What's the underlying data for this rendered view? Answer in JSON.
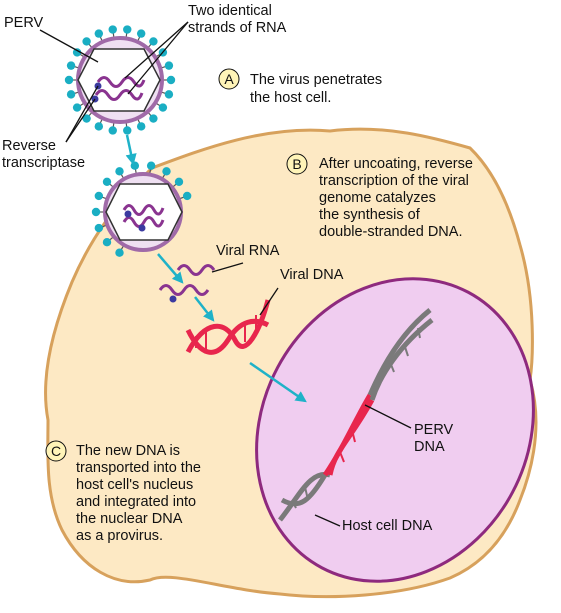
{
  "labels": {
    "perv": "PERV",
    "two_strands": [
      "Two identical",
      "strands of RNA"
    ],
    "reverse_transcriptase": [
      "Reverse",
      "transcriptase"
    ],
    "viral_rna": "Viral RNA",
    "viral_dna": "Viral DNA",
    "perv_dna": [
      "PERV",
      "DNA"
    ],
    "host_cell_dna": "Host cell DNA"
  },
  "steps": [
    {
      "letter": "A",
      "lines": [
        "The virus penetrates",
        "the host cell."
      ]
    },
    {
      "letter": "B",
      "lines": [
        "After uncoating, reverse",
        "transcription of the viral",
        "genome catalyzes",
        "the synthesis of",
        "double-stranded DNA."
      ]
    },
    {
      "letter": "C",
      "lines": [
        "The new DNA is",
        "transported into the",
        "host cell's nucleus",
        "and integrated into",
        "the nuclear DNA",
        "as a provirus."
      ]
    }
  ],
  "colors": {
    "cell_fill": "#fde9c4",
    "cell_border": "#d7a15c",
    "nucleus_fill": "#f0cdf0",
    "nucleus_border": "#8e2a7e",
    "envelope": "#a06aa8",
    "spike": "#1aaec3",
    "capsid_fill": "#ffffff",
    "rna": "#8a3490",
    "enzyme": "#3b3aa0",
    "dna_red": "#e8264d",
    "dna_gray": "#7a7a7a",
    "arrow": "#1fb2c8",
    "badge_fill": "#fff4b8"
  }
}
